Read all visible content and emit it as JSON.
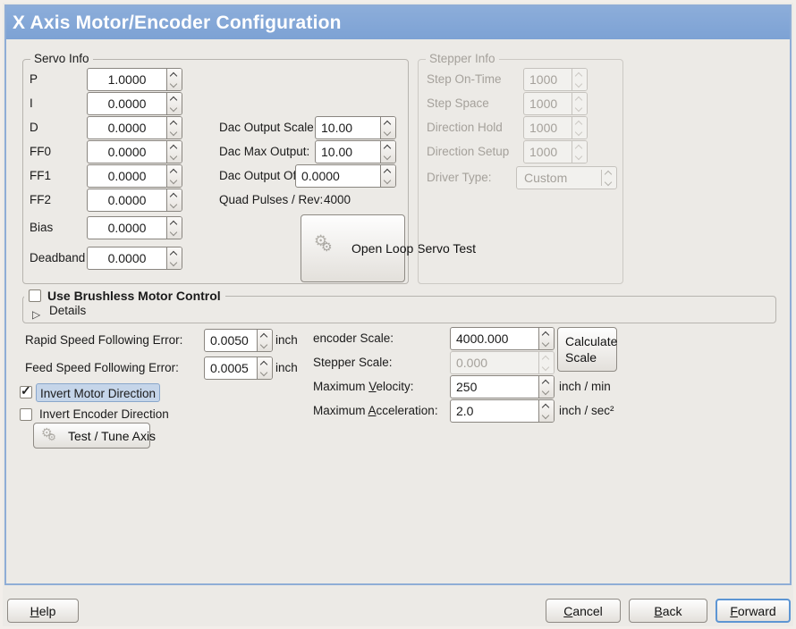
{
  "window": {
    "title": "X Axis Motor/Encoder Configuration"
  },
  "icons": {
    "gear": "⚙",
    "check": "✓",
    "expander": "▷"
  },
  "servo_info": {
    "title": "Servo Info",
    "fields": [
      {
        "label": "P",
        "value": "1.0000"
      },
      {
        "label": "I",
        "value": "0.0000"
      },
      {
        "label": "D",
        "value": "0.0000"
      },
      {
        "label": "FF0",
        "value": "0.0000"
      },
      {
        "label": "FF1",
        "value": "0.0000"
      },
      {
        "label": "FF2",
        "value": "0.0000"
      },
      {
        "label": "Bias",
        "value": "0.0000"
      },
      {
        "label": "Deadband",
        "value": "0.0000"
      }
    ]
  },
  "dac": {
    "rows": [
      {
        "label": "Dac Output Scale:",
        "value": "10.00"
      },
      {
        "label": "Dac Max Output:",
        "value": "10.00"
      },
      {
        "label": "Dac Output Offset:",
        "value": "0.0000"
      }
    ],
    "quad_label": "Quad Pulses / Rev:",
    "quad_value": "4000",
    "open_loop_button": "Open Loop Servo Test"
  },
  "stepper_info": {
    "title": "Stepper Info",
    "fields": [
      {
        "label": "Step On-Time",
        "value": "1000"
      },
      {
        "label": "Step Space",
        "value": "1000"
      },
      {
        "label": "Direction Hold",
        "value": "1000"
      },
      {
        "label": "Direction Setup",
        "value": "1000"
      }
    ],
    "driver_type_label": "Driver Type:",
    "driver_type_value": "Custom"
  },
  "brushless": {
    "checkbox_label": "Use Brushless Motor Control",
    "details_label": "Details"
  },
  "following_error": {
    "rapid_label": "Rapid Speed Following Error:",
    "rapid_value": "0.0050",
    "rapid_unit": "inch",
    "feed_label": "Feed Speed Following Error:",
    "feed_value": "0.0005",
    "feed_unit": "inch"
  },
  "scales": {
    "encoder_label": "encoder Scale:",
    "encoder_value": "4000.000",
    "stepper_label": "Stepper Scale:",
    "stepper_value": "0.000",
    "calculate_button": "Calculate Scale",
    "max_velocity_label": {
      "pre": "Maximum ",
      "u": "V",
      "post": "elocity:"
    },
    "max_velocity_value": "250",
    "max_velocity_unit": "inch / min",
    "max_accel_label": {
      "pre": "Maximum ",
      "u": "A",
      "post": "cceleration:"
    },
    "max_accel_value": "2.0",
    "max_accel_unit": "inch / sec²"
  },
  "options": {
    "invert_motor_label": "Invert Motor Direction",
    "invert_encoder_label": "Invert Encoder Direction",
    "test_tune_button": "Test / Tune Axis"
  },
  "actions": {
    "help": {
      "pre": "",
      "u": "H",
      "post": "elp"
    },
    "cancel": {
      "pre": "",
      "u": "C",
      "post": "ancel"
    },
    "back": {
      "pre": "",
      "u": "B",
      "post": "ack"
    },
    "forward": {
      "pre": "",
      "u": "F",
      "post": "orward"
    }
  }
}
